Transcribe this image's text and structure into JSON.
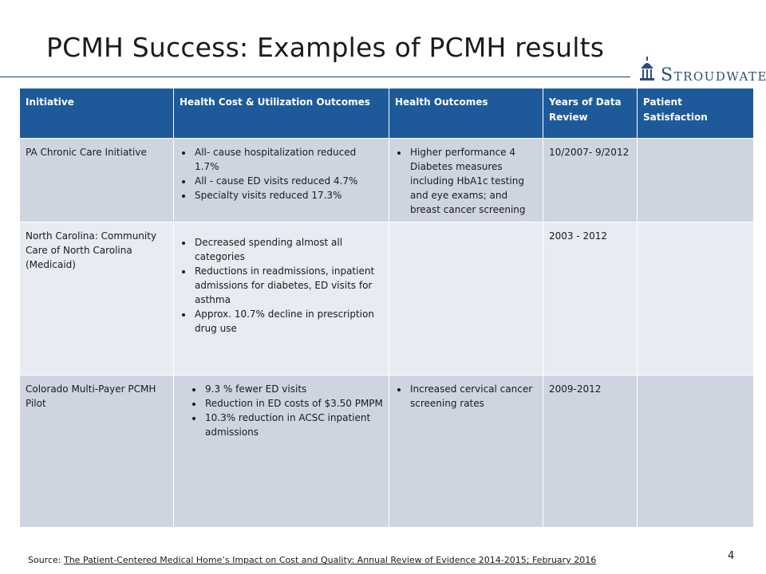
{
  "slide": {
    "title": "PCMH Success: Examples of PCMH results",
    "page_number": "4"
  },
  "logo": {
    "initial": "S",
    "rest": "TROUDWATER",
    "icon": "building-dome-icon"
  },
  "table": {
    "headers": [
      "Initiative",
      "Health Cost & Utilization Outcomes",
      "Health Outcomes",
      "Years of Data Review",
      "Patient Satisfaction"
    ],
    "rows": [
      {
        "initiative": "PA Chronic Care Initiative",
        "cost_items": [
          "All- cause hospitalization reduced 1.7%",
          "All - cause ED visits reduced 4.7%",
          "Specialty visits reduced 17.3%"
        ],
        "health_items": [
          "Higher performance 4 Diabetes measures including HbA1c testing and eye exams; and breast cancer screening"
        ],
        "years": "10/2007- 9/2012",
        "satisfaction": ""
      },
      {
        "initiative": "North Carolina: Community Care of North Carolina (Medicaid)",
        "cost_items": [
          "Decreased spending almost all categories",
          "Reductions in readmissions, inpatient admissions for diabetes, ED visits for asthma",
          "Approx. 10.7% decline in prescription drug use"
        ],
        "health_items": [],
        "years": "2003 - 2012",
        "satisfaction": ""
      },
      {
        "initiative": "Colorado Multi-Payer PCMH Pilot",
        "cost_items": [
          "9.3 % fewer ED visits",
          "Reduction in ED costs of $3.50 PMPM",
          "10.3% reduction in ACSC inpatient admissions"
        ],
        "health_items": [
          "Increased cervical cancer screening rates"
        ],
        "years": "2009-2012",
        "satisfaction": ""
      }
    ]
  },
  "source": {
    "label": "Source: ",
    "reference": "The Patient-Centered Medical Home’s Impact on Cost and Quality: Annual Review of Evidence 2014-2015;   February 2016"
  },
  "colors": {
    "header_bg": "#1e5a99",
    "row_dark": "#cfd5e0",
    "row_light": "#e8ebf1",
    "logo": "#2e4d7a"
  }
}
